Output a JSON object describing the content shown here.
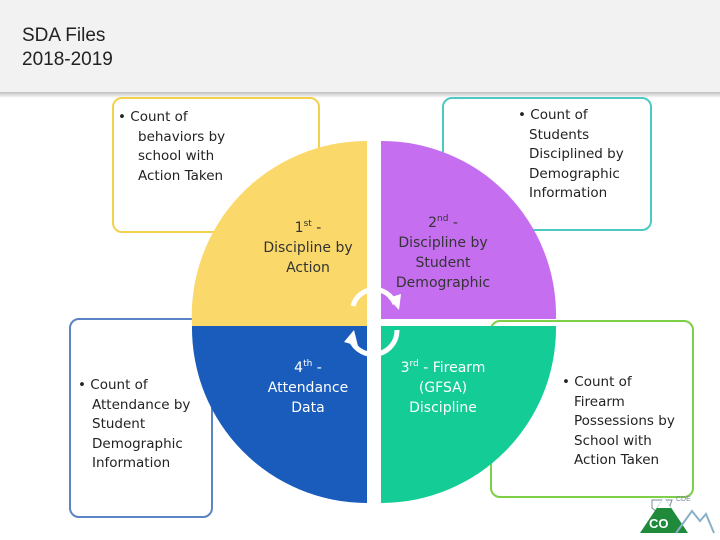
{
  "header": {
    "title": "SDA Files\n2018-2019"
  },
  "boxes": {
    "yellow": {
      "lines": [
        "Count of",
        "behaviors by",
        "school with",
        "Action Taken"
      ]
    },
    "purple": {
      "lines": [
        "Count of",
        "Students",
        "Disciplined by",
        "Demographic",
        "Information"
      ]
    },
    "blue": {
      "lines": [
        "Count of",
        "Attendance by",
        "Student",
        "Demographic",
        "Information"
      ]
    },
    "green": {
      "lines": [
        "Count of",
        "Firearm",
        "Possessions by",
        "School with",
        "Action Taken"
      ]
    }
  },
  "quadrants": {
    "q1": {
      "num": "1",
      "sup": "st",
      "dash": " -",
      "lines": [
        "Discipline by",
        "Action"
      ]
    },
    "q2": {
      "num": "2",
      "sup": "nd",
      "dash": " -",
      "lines": [
        "Discipline by",
        "Student",
        "Demographic"
      ]
    },
    "q3": {
      "num": "3",
      "sup": "rd",
      "dash": " - Firearm",
      "lines": [
        "(GFSA)",
        "Discipline"
      ]
    },
    "q4": {
      "num": "4",
      "sup": "th",
      "dash": " -",
      "lines": [
        "Attendance",
        "Data"
      ]
    }
  },
  "colors": {
    "q1": "#fad96a",
    "q2": "#c56ff0",
    "q3": "#14cc95",
    "q4": "#1a5cbb",
    "box_yellow": "#f2d24c",
    "box_purple": "#4dc8c3",
    "box_blue": "#5b84c4",
    "box_green": "#7dcf47"
  },
  "logo": {
    "text": "CO",
    "small_text": "CDE"
  }
}
